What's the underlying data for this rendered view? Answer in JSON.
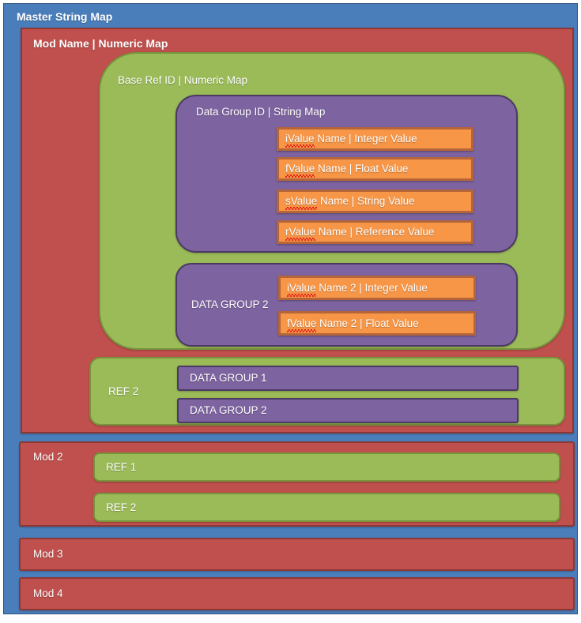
{
  "diagram": {
    "title": "Master String Map",
    "type": "nested-container-diagram",
    "colors": {
      "outer_frame": "#4a7ebb",
      "module": "#c0504d",
      "reference": "#9bbb59",
      "data_group": "#7d639f",
      "value": "#f79646"
    },
    "mod1": {
      "label": "Mod Name | Numeric Map",
      "base_ref": {
        "label": "Base Ref ID | Numeric Map",
        "data_group_1": {
          "label": "Data Group ID | String Map",
          "values": [
            {
              "prefix": "iValue",
              "rest": " Name | Integer Value"
            },
            {
              "prefix": "fValue",
              "rest": " Name | Float Value"
            },
            {
              "prefix": "sValue",
              "rest": " Name | String Value"
            },
            {
              "prefix": "rValue",
              "rest": " Name | Reference Value"
            }
          ]
        },
        "data_group_2": {
          "label": "DATA GROUP 2",
          "values": [
            {
              "prefix": "iValue",
              "rest": " Name 2 | Integer Value"
            },
            {
              "prefix": "fValue",
              "rest": " Name 2 | Float Value"
            }
          ]
        }
      },
      "ref2": {
        "label": "REF 2",
        "groups": [
          {
            "label": "DATA GROUP 1"
          },
          {
            "label": "DATA GROUP 2"
          }
        ]
      }
    },
    "mod2": {
      "label": "Mod 2",
      "refs": [
        {
          "label": "REF 1"
        },
        {
          "label": "REF 2"
        }
      ]
    },
    "mod3": {
      "label": "Mod 3"
    },
    "mod4": {
      "label": "Mod 4"
    }
  }
}
